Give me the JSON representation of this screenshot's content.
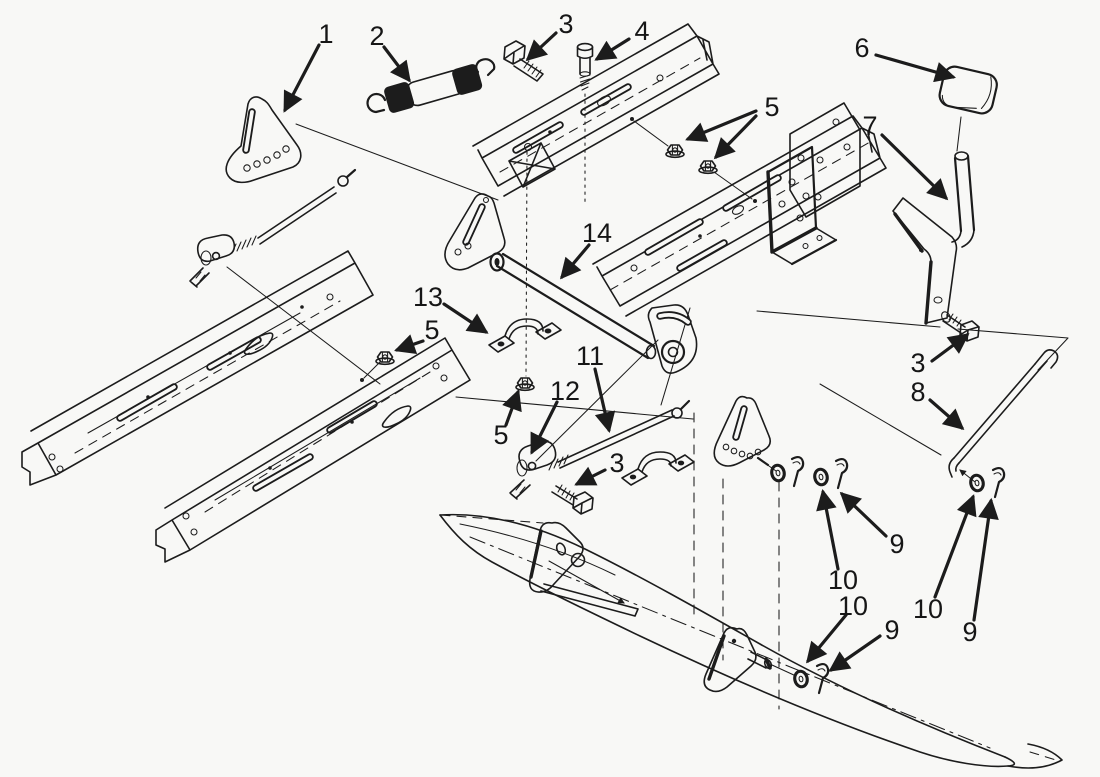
{
  "figure": {
    "kind": "exploded-parts-diagram",
    "style": "isometric-line-art",
    "visible_reference_numbers": [
      "1",
      "2",
      "3",
      "4",
      "5",
      "6",
      "7",
      "8",
      "9",
      "10",
      "11",
      "12",
      "13",
      "14"
    ]
  },
  "colors": {
    "background": "#f8f8f6",
    "ink": "#1c1c1c",
    "label": "#161616"
  },
  "callouts": [
    {
      "label": "1",
      "part": "sector-plate-bracket"
    },
    {
      "label": "2",
      "part": "extension-spring"
    },
    {
      "label": "3",
      "part": "hex-bolt"
    },
    {
      "label": "4",
      "part": "shoulder-screw"
    },
    {
      "label": "5",
      "part": "flange-nuts"
    },
    {
      "label": "6",
      "part": "knob"
    },
    {
      "label": "7",
      "part": "lift-lever"
    },
    {
      "label": "14",
      "part": "cross-shaft"
    },
    {
      "label": "13",
      "part": "clamp-bracket"
    },
    {
      "label": "5",
      "part": "flange-nut"
    },
    {
      "label": "3",
      "part": "hex-bolt"
    },
    {
      "label": "8",
      "part": "lift-rod"
    },
    {
      "label": "11",
      "part": "link-rod"
    },
    {
      "label": "12",
      "part": "trunnion"
    },
    {
      "label": "5",
      "part": "flange-nut"
    },
    {
      "label": "3",
      "part": "hex-bolt"
    },
    {
      "label": "9",
      "part": "retainer-clip"
    },
    {
      "label": "10",
      "part": "flat-washer"
    },
    {
      "label": "10",
      "part": "flat-washer"
    },
    {
      "label": "9",
      "part": "retainer-clip"
    },
    {
      "label": "10",
      "part": "flat-washer"
    },
    {
      "label": "9",
      "part": "retainer-clip"
    }
  ]
}
